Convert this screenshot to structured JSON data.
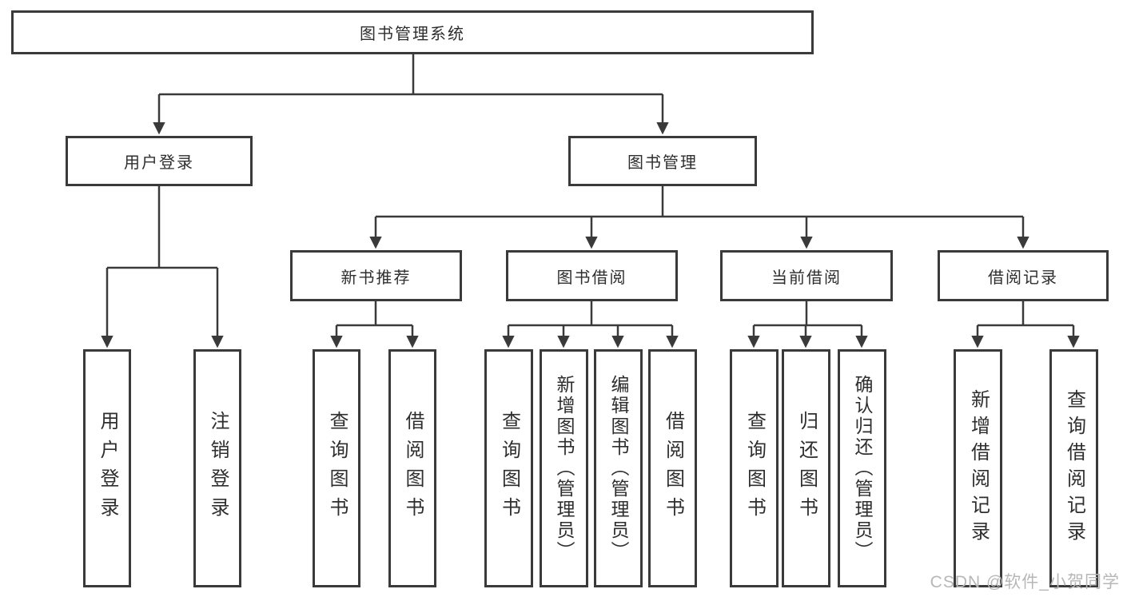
{
  "diagram": {
    "root": {
      "label": "图书管理系统"
    },
    "level2": [
      {
        "label": "用户登录"
      },
      {
        "label": "图书管理"
      }
    ],
    "level3": [
      {
        "label": "新书推荐",
        "parent": "图书管理"
      },
      {
        "label": "图书借阅",
        "parent": "图书管理"
      },
      {
        "label": "当前借阅",
        "parent": "图书管理"
      },
      {
        "label": "借阅记录",
        "parent": "图书管理"
      }
    ],
    "leaves": [
      {
        "label": "用户登录",
        "parent": "用户登录"
      },
      {
        "label": "注销登录",
        "parent": "用户登录"
      },
      {
        "label": "查询图书",
        "parent": "新书推荐"
      },
      {
        "label": "借阅图书",
        "parent": "新书推荐"
      },
      {
        "label": "查询图书",
        "parent": "图书借阅"
      },
      {
        "label": "新增图书（管理员）",
        "parent": "图书借阅"
      },
      {
        "label": "编辑图书（管理员）",
        "parent": "图书借阅"
      },
      {
        "label": "借阅图书",
        "parent": "图书借阅"
      },
      {
        "label": "查询图书",
        "parent": "当前借阅"
      },
      {
        "label": "归还图书",
        "parent": "当前借阅"
      },
      {
        "label": "确认归还（管理员）",
        "parent": "当前借阅"
      },
      {
        "label": "新增借阅记录",
        "parent": "借阅记录"
      },
      {
        "label": "查询借阅记录",
        "parent": "借阅记录"
      }
    ],
    "watermark": "CSDN @软件_小贺同学",
    "colors": {
      "line": "#3a3a3a",
      "box_border": "#3a3a3a",
      "box_fill": "#ffffff",
      "text": "#2e2e2e",
      "watermark": "#b7b7b7",
      "background": "#ffffff"
    }
  }
}
